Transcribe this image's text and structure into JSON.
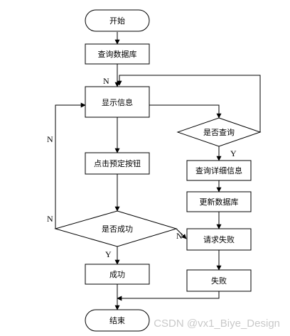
{
  "nodes": {
    "start": "开始",
    "query_db": "查询数据库",
    "show_info": "显示信息",
    "click_book": "点击预定按钮",
    "is_success": "是否成功",
    "success": "成功",
    "end": "结束",
    "is_query": "是否查询",
    "query_detail": "查询详细信息",
    "update_db": "更新数据库",
    "request_fail": "请求失败",
    "fail": "失败"
  },
  "edge_labels": {
    "loop_n": "N",
    "success_n": "N",
    "success_n_top": "N",
    "success_y": "Y",
    "query_y": "Y",
    "fail_n": "N"
  },
  "watermark": "CSDN @vx1_Biye_Design"
}
